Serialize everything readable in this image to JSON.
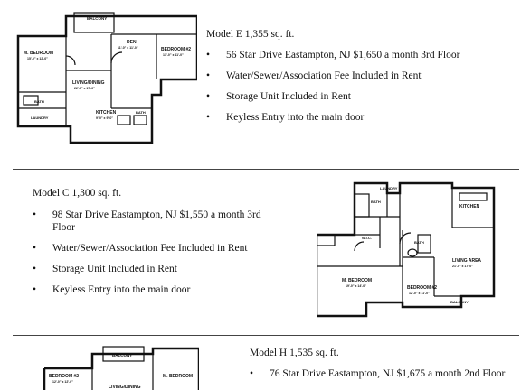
{
  "bullet_glyph": "•",
  "sections": [
    {
      "id": "model-e",
      "title": "Model E  1,355 sq. ft.",
      "bullets": [
        "56 Star Drive Eastampton, NJ $1,650 a month 3rd Floor",
        "Water/Sewer/Association Fee Included in Rent",
        "Storage Unit Included in Rent",
        "Keyless Entry into the main door"
      ],
      "plan_labels": {
        "balcony": "BALCONY",
        "den": "DEN",
        "den_dim": "11'-0\" x 11'-0\"",
        "master": "M. BEDROOM",
        "master_dim": "15'-0\" x 12'-0\"",
        "bedroom2": "BEDROOM #2",
        "bedroom2_dim": "13'-0\" x 11'-0\"",
        "living": "LIVING/DINING",
        "living_dim": "22'-0\" x 17'-0\"",
        "bath1": "BATH",
        "bath2": "BATH",
        "kitchen": "KITCHEN",
        "kitchen_dim": "9'-0\" x 9'-0\"",
        "laundry": "LAUNDRY"
      }
    },
    {
      "id": "model-c",
      "title": "Model C 1,300 sq. ft.",
      "bullets": [
        "98 Star Drive Eastampton, NJ $1,550  a month 3rd Floor",
        "Water/Sewer/Association Fee Included in Rent",
        "Storage Unit Included in Rent",
        "Keyless Entry into the main door"
      ],
      "plan_labels": {
        "kitchen": "KITCHEN",
        "laundry": "LAUNDRY",
        "bath1": "BATH",
        "bath2": "BATH",
        "wic": "W.I.C.",
        "living": "LIVING AREA",
        "living_dim": "21'-0\" x 17'-0\"",
        "master": "M. BEDROOM",
        "master_dim": "19'-0\" x 14'-0\"",
        "bedroom2": "BEDROOM #2",
        "bedroom2_dim": "12'-0\" x 11'-0\"",
        "balcony": "BALCONY"
      }
    },
    {
      "id": "model-h",
      "title": "Model H 1,535 sq. ft.",
      "bullets": [
        "76 Star Drive Eastampton, NJ $1,675 a month 2nd Floor"
      ],
      "plan_labels": {
        "bedroom2": "BEDROOM #2",
        "bedroom2_dim": "12'-0\" x 12'-0\"",
        "balcony": "BALCONY",
        "living": "LIVING/DINING",
        "master": "M. BEDROOM"
      }
    }
  ]
}
